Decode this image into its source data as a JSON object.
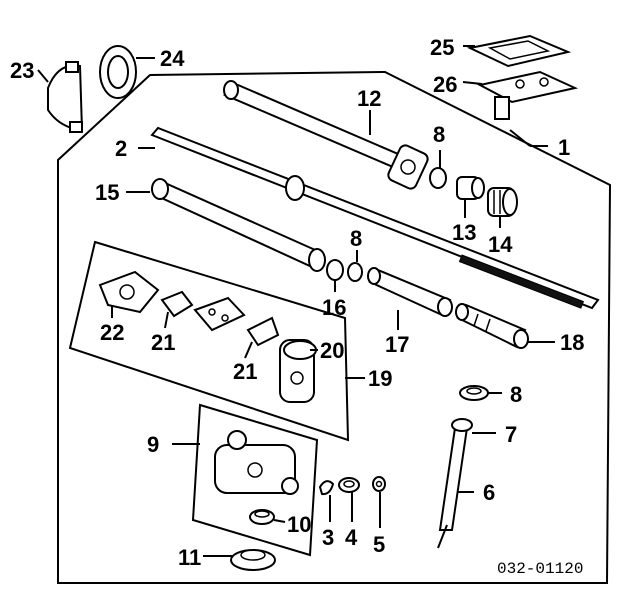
{
  "diagram": {
    "drawing_code": "032-01120",
    "callouts": {
      "c1": "1",
      "c2": "2",
      "c3": "3",
      "c4": "4",
      "c5": "5",
      "c6": "6",
      "c7": "7",
      "c8a": "8",
      "c8b": "8",
      "c8c": "8",
      "c9": "9",
      "c10": "10",
      "c11": "11",
      "c12": "12",
      "c13": "13",
      "c14": "14",
      "c15": "15",
      "c16": "16",
      "c17": "17",
      "c18": "18",
      "c19": "19",
      "c20": "20",
      "c21a": "21",
      "c21b": "21",
      "c22": "22",
      "c23": "23",
      "c24": "24",
      "c25": "25",
      "c26": "26"
    }
  }
}
